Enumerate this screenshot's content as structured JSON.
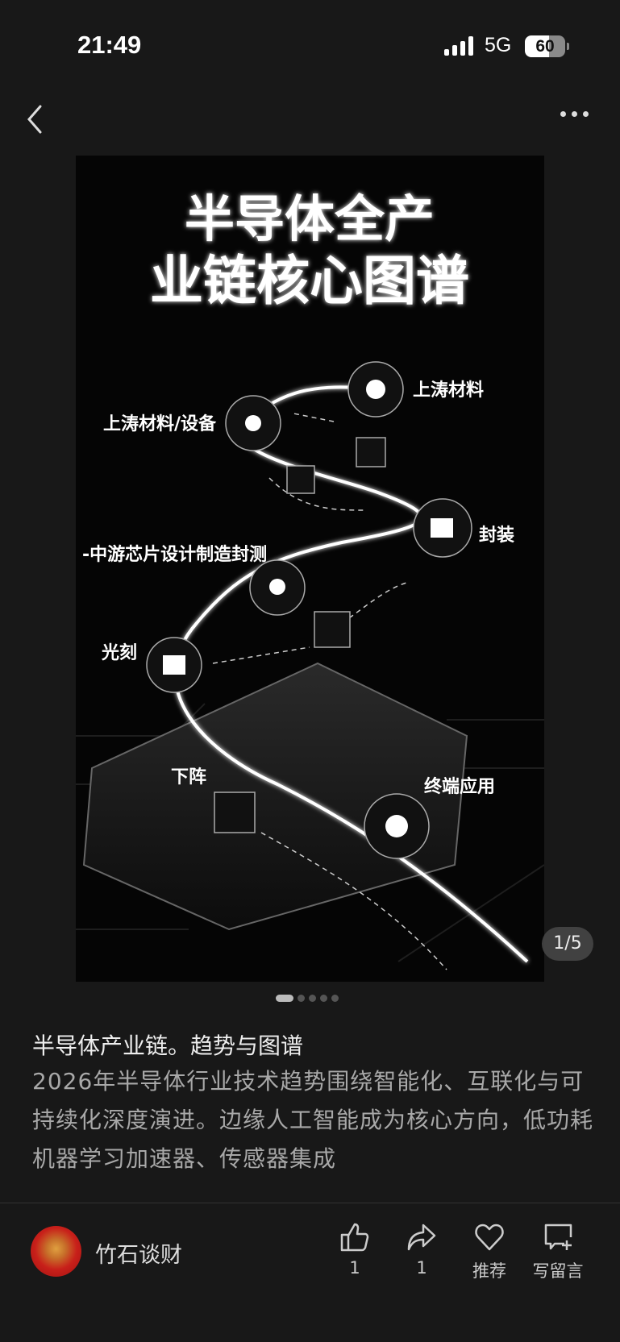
{
  "status": {
    "time": "21:49",
    "network": "5G",
    "battery": "60"
  },
  "poster": {
    "title_line1": "半导体全产",
    "title_line2": "业链核心图谱",
    "labels": [
      "上涛材料",
      "上涛材料/设备",
      "封装",
      "-中游芯片设计制造封测",
      "光刻",
      "下阵",
      "终端应用"
    ]
  },
  "gallery": {
    "counter": "1/5",
    "current": 1,
    "total": 5
  },
  "article": {
    "title": "半导体产业链。趋势与图谱",
    "body": "2026年半导体行业技术趋势围绕智能化、互联化与可持续化深度演进。边缘人工智能成为核心方向，低功耗机器学习加速器、传感器集成"
  },
  "footer": {
    "author": "竹石谈财",
    "like_count": "1",
    "share_count": "1",
    "recommend_label": "推荐",
    "comment_label": "写留言"
  }
}
